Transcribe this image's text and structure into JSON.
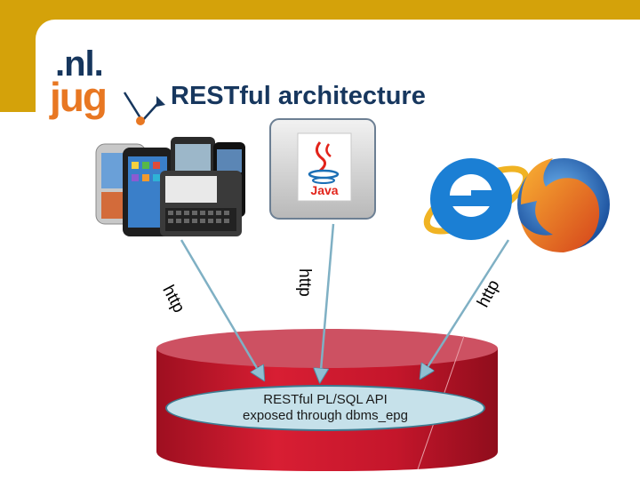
{
  "slide": {
    "title": "RESTful architecture",
    "logo": {
      "line1": ".nl.",
      "line2": "jug"
    }
  },
  "labels": {
    "http_left": "http",
    "http_center": "http",
    "http_right": "http"
  },
  "api": {
    "line1": "RESTful PL/SQL API",
    "line2": "exposed through dbms_epg"
  },
  "java_logo": {
    "text": "Java"
  },
  "colors": {
    "header": "#d4a20a",
    "title": "#17375e",
    "database": "#c4162b",
    "database_top": "#cd5162",
    "ellipse_fill": "#c6e1ea",
    "ellipse_border": "#3d7c92",
    "arrow": "#7fb0c4"
  },
  "icons": [
    "phones-image",
    "java-logo-icon",
    "internet-explorer-icon",
    "firefox-icon",
    "database-cylinder"
  ]
}
